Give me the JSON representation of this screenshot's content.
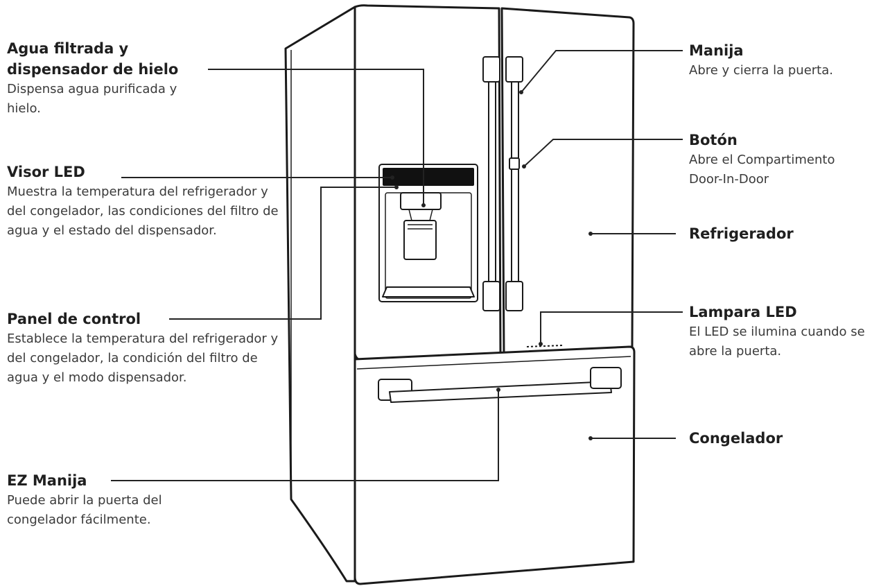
{
  "callouts": {
    "water": {
      "title": "Agua filtrada y dispensador de hielo",
      "desc": "Dispensa agua purificada y hielo."
    },
    "led_display": {
      "title": "Visor LED",
      "desc": "Muestra la temperatura del refrigerador y del congelador, las condiciones del filtro de agua y el estado del dispensador."
    },
    "control_panel": {
      "title": "Panel de control",
      "desc": "Establece la temperatura del refrigerador y del congelador, la condición del filtro de agua y el modo dispensador."
    },
    "ez_handle": {
      "title": "EZ Manija",
      "desc": "Puede abrir la puerta del congelador fácilmente."
    },
    "handle": {
      "title": "Manija",
      "desc": "Abre y cierra la puerta."
    },
    "button": {
      "title": "Botón",
      "desc": "Abre el Compartimento Door-In-Door"
    },
    "refrigerator": {
      "title": "Refrigerador"
    },
    "led_lamp": {
      "title": "Lampara LED",
      "desc": "El LED se ilumina cuando se abre la puerta."
    },
    "freezer": {
      "title": "Congelador"
    }
  }
}
